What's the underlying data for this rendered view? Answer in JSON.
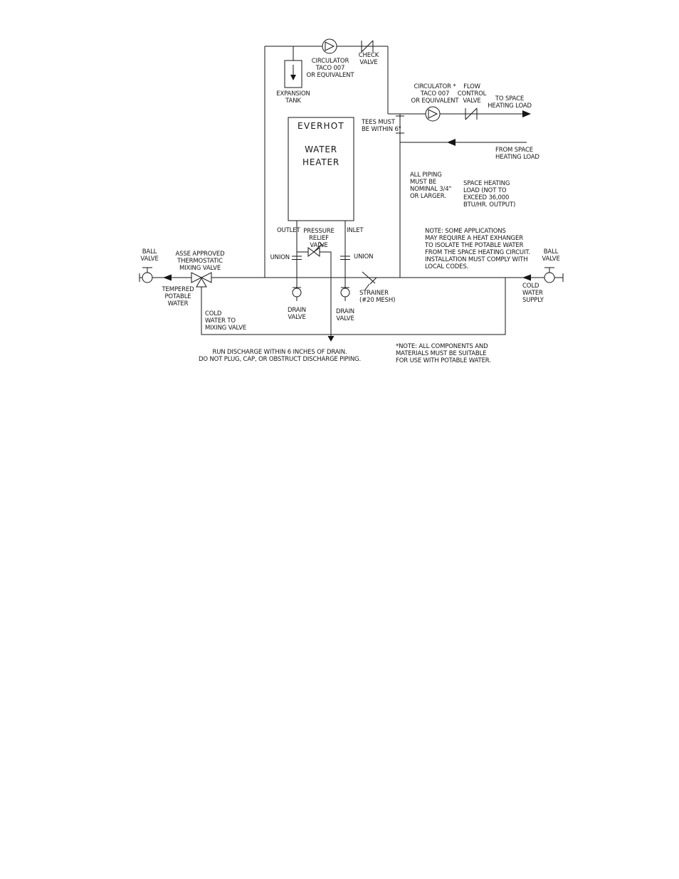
{
  "page": {
    "background": "#ffffff",
    "line_color": "#161616"
  },
  "diagram": {
    "heater": {
      "brand": "EVERHOT",
      "product": "WATER\nHEATER"
    },
    "labels": {
      "circulator_top": "CIRCULATOR\nTACO 007\nOR EQUIVALENT",
      "check_valve": "CHECK\nVALVE",
      "expansion_tank": "EXPANSION\nTANK",
      "circulator_right": "CIRCULATOR *\nTACO 007\nOR EQUIVALENT",
      "flow_control_valve": "FLOW\nCONTROL\nVALVE",
      "to_space_heating": "TO SPACE\nHEATING LOAD",
      "tees_within": "TEES MUST\nBE WITHIN 6\"",
      "from_space_heating": "FROM SPACE\nHEATING LOAD",
      "all_piping": "ALL PIPING\nMUST BE\nNOMINAL 3/4\"\nOR LARGER.",
      "space_heating_load": "SPACE HEATING\nLOAD (NOT TO\nEXCEED 36,000\nBTU/HR. OUTPUT)",
      "note_applications": "NOTE: SOME APPLICATIONS\nMAY REQUIRE A HEAT EXHANGER\nTO ISOLATE THE POTABLE WATER\nFROM THE SPACE HEATING CIRCUIT.\nINSTALLATION MUST COMPLY WITH\nLOCAL CODES.",
      "outlet": "OUTLET",
      "pressure_relief_valve": "PRESSURE\nRELIEF\nVALVE",
      "inlet": "INLET",
      "union_left": "UNION",
      "union_right": "UNION",
      "ball_valve_left": "BALL\nVALVE",
      "mixing_valve": "ASSE APPROVED\nTHERMOSTATIC\nMIXING VALVE",
      "tempered_water": "TEMPERED\nPOTABLE\nWATER",
      "cold_to_mixing": "COLD\nWATER TO\nMIXING VALVE",
      "drain_valve_left": "DRAIN\nVALVE",
      "drain_valve_right": "DRAIN\nVALVE",
      "strainer": "STRAINER\n(#20 MESH)",
      "ball_valve_right": "BALL\nVALVE",
      "cold_water_supply": "COLD\nWATER\nSUPPLY",
      "run_discharge": "RUN DISCHARGE WITHIN 6 INCHES OF DRAIN.\nDO NOT PLUG, CAP, OR OBSTRUCT DISCHARGE PIPING.",
      "note_components": "*NOTE: ALL COMPONENTS AND\nMATERIALS MUST BE SUITABLE\nFOR USE WITH POTABLE WATER."
    }
  }
}
